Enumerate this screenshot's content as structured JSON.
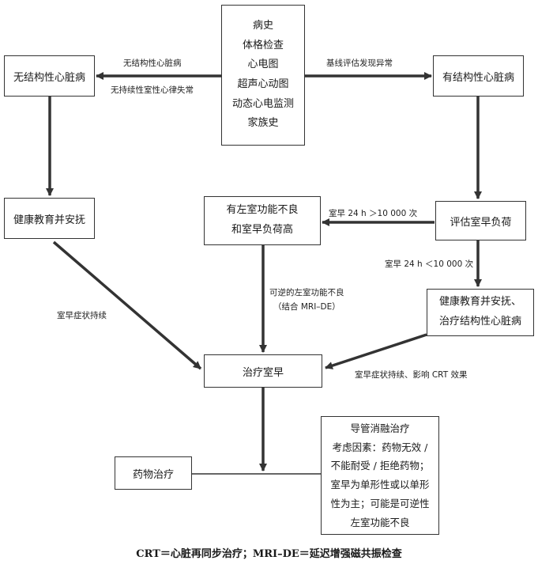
{
  "nodes": {
    "center": [
      "病史",
      "体格检查",
      "心电图",
      "超声心动图",
      "动态心电监测",
      "家族史"
    ],
    "no_structural": "无结构性心脏病",
    "structural": "有结构性心脏病",
    "health_edu": "健康教育并安抚",
    "lv_dysfunction": [
      "有左室功能不良",
      "和室早负荷高"
    ],
    "assess_load": "评估室早负荷",
    "health_edu_treat": [
      "健康教育并安抚、",
      "治疗结构性心脏病"
    ],
    "treat_pvc": "治疗室早",
    "drug_therapy": "药物治疗",
    "ablation": [
      "导管消融治疗",
      "考虑因素：药物无效 /",
      "不能耐受 / 拒绝药物；",
      "室早为单形性或以单形",
      "性为主；可能是可逆性",
      "左室功能不良"
    ]
  },
  "edges": {
    "to_no_structural_top": "无结构性心脏病",
    "to_no_structural_bottom": "无持续性室性心律失常",
    "to_structural": "基线评估发现异常",
    "load_high": "室早 24 h ＞10 000 次",
    "load_low": "室早 24 h ＜10 000 次",
    "reversible_1": "可逆的左室功能不良",
    "reversible_2": "（结合 MRI–DE）",
    "symptoms_persist": "室早症状持续",
    "symptoms_crt": "室早症状持续、影响 CRT 效果"
  },
  "footer": "CRT＝心脏再同步治疗；MRI–DE＝延迟增强磁共振检查"
}
